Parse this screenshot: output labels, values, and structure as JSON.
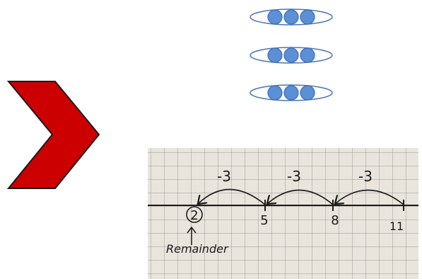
{
  "number_line": {
    "tick_labels": [
      "2",
      "5",
      "8",
      "11"
    ],
    "jump_labels": [
      "-3",
      "-3",
      "-3"
    ],
    "remainder_label": "Remainder"
  },
  "groups": {
    "count": 3,
    "dots_per_group": 3,
    "dot_color": "#5b8fd6",
    "oval_stroke_color": "#4a74b8"
  },
  "chevron": {
    "fill_color": "#cc0000",
    "stroke_color": "#1a1a1a"
  },
  "icons": [
    "chevron-right-arrow-icon",
    "grouped-dots-icon",
    "jump-arrow-icon"
  ]
}
